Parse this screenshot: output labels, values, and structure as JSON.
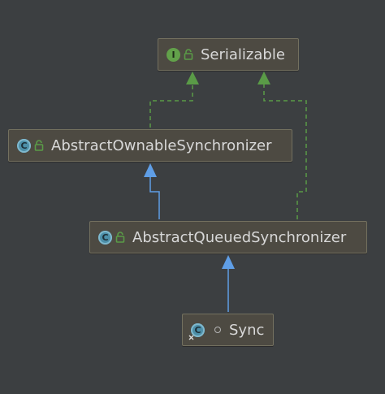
{
  "nodes": {
    "serializable": {
      "label": "Serializable",
      "badge": "I"
    },
    "aos": {
      "label": "AbstractOwnableSynchronizer",
      "badge": "C"
    },
    "aqs": {
      "label": "AbstractQueuedSynchronizer",
      "badge": "C"
    },
    "sync": {
      "label": "Sync",
      "badge": "C"
    }
  },
  "colors": {
    "background": "#3c3f41",
    "implements_edge": "#5a9b47",
    "extends_edge": "#5f9ee6"
  }
}
